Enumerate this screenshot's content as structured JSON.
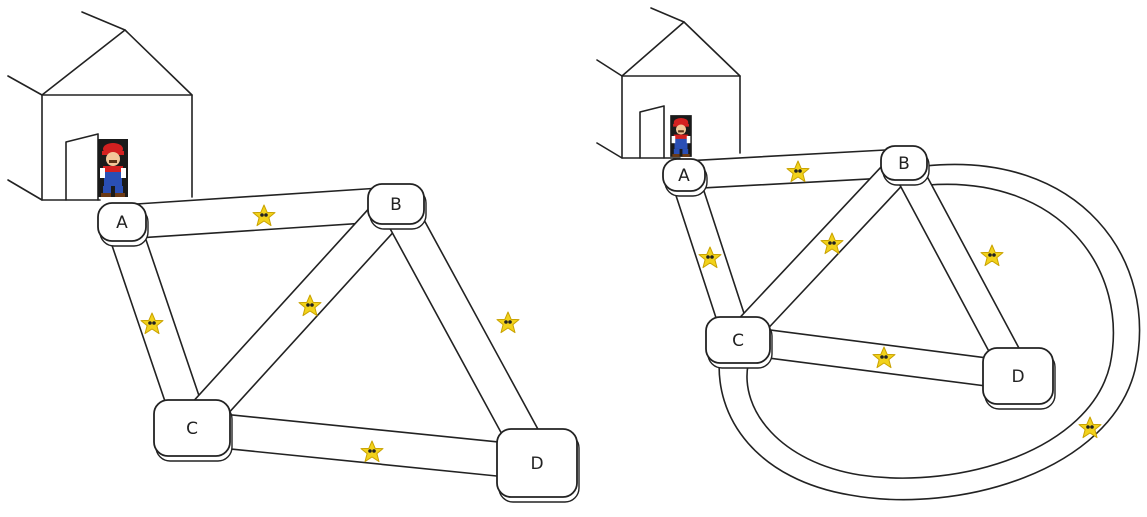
{
  "colors": {
    "ink": "#222222",
    "background": "#ffffff",
    "star": "#f2d21b",
    "star_outline": "#c9a200",
    "mario_red": "#d32020",
    "mario_blue": "#2a4fb5",
    "mario_skin": "#f3c79a"
  },
  "icons": {
    "house": "house-icon",
    "character": "mario-icon",
    "star": "star-icon",
    "rock": "rock-node-icon"
  },
  "left_figure": {
    "nodes": [
      {
        "id": "A",
        "label": "A"
      },
      {
        "id": "B",
        "label": "B"
      },
      {
        "id": "C",
        "label": "C"
      },
      {
        "id": "D",
        "label": "D"
      }
    ],
    "edges": [
      {
        "from": "A",
        "to": "B",
        "has_star": true
      },
      {
        "from": "A",
        "to": "C",
        "has_star": true
      },
      {
        "from": "B",
        "to": "C",
        "has_star": true
      },
      {
        "from": "B",
        "to": "D",
        "has_star": true
      },
      {
        "from": "C",
        "to": "D",
        "has_star": true
      }
    ]
  },
  "right_figure": {
    "nodes": [
      {
        "id": "A",
        "label": "A"
      },
      {
        "id": "B",
        "label": "B"
      },
      {
        "id": "C",
        "label": "C"
      },
      {
        "id": "D",
        "label": "D"
      }
    ],
    "edges": [
      {
        "from": "A",
        "to": "B",
        "has_star": true
      },
      {
        "from": "A",
        "to": "C",
        "has_star": true
      },
      {
        "from": "B",
        "to": "C",
        "has_star": true
      },
      {
        "from": "B",
        "to": "D",
        "has_star": true
      },
      {
        "from": "C",
        "to": "D",
        "has_star": true
      },
      {
        "from": "B",
        "to": "C",
        "has_star": true,
        "curved": true
      }
    ]
  }
}
